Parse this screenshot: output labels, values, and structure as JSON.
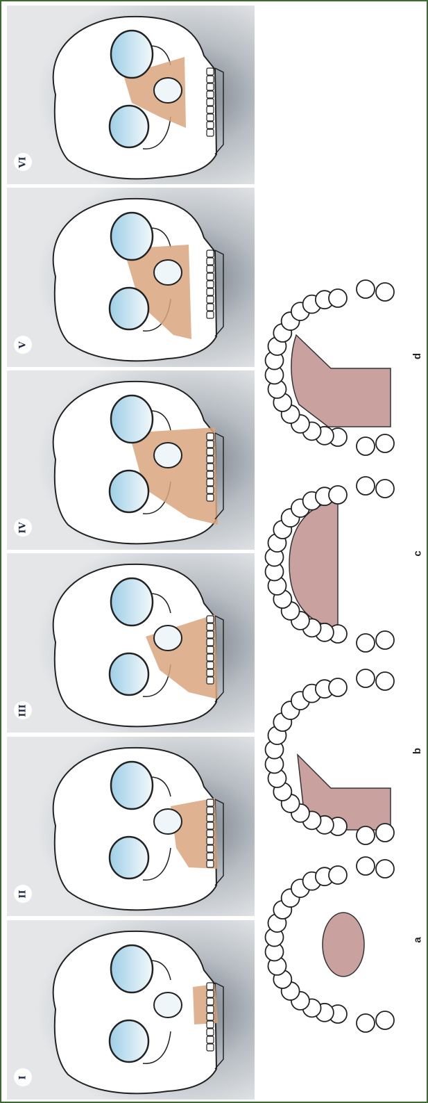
{
  "figure": {
    "frame_color": "#3b6b2e",
    "resection_skull_color": "#d9a67e",
    "resection_palate_color": "#c9a19f",
    "panel_background": "#d3d6d9",
    "panels": [
      {
        "id": "I",
        "label": "I",
        "resection": "alveolar"
      },
      {
        "id": "II",
        "label": "II",
        "resection": "partial-maxilla"
      },
      {
        "id": "III",
        "label": "III",
        "resection": "maxilla-with-orbital-floor"
      },
      {
        "id": "IV",
        "label": "IV",
        "resection": "maxilla-with-orbit"
      },
      {
        "id": "V",
        "label": "V",
        "resection": "orbitomaxillary"
      },
      {
        "id": "VI",
        "label": "VI",
        "resection": "nasomaxillary"
      }
    ],
    "palate_diagrams": [
      {
        "id": "a",
        "label": "a",
        "defect": "central-palate-oval"
      },
      {
        "id": "b",
        "label": "b",
        "defect": "unilateral-lateral"
      },
      {
        "id": "c",
        "label": "c",
        "defect": "anterior-transverse"
      },
      {
        "id": "d",
        "label": "d",
        "defect": "unilateral-extended"
      }
    ]
  }
}
